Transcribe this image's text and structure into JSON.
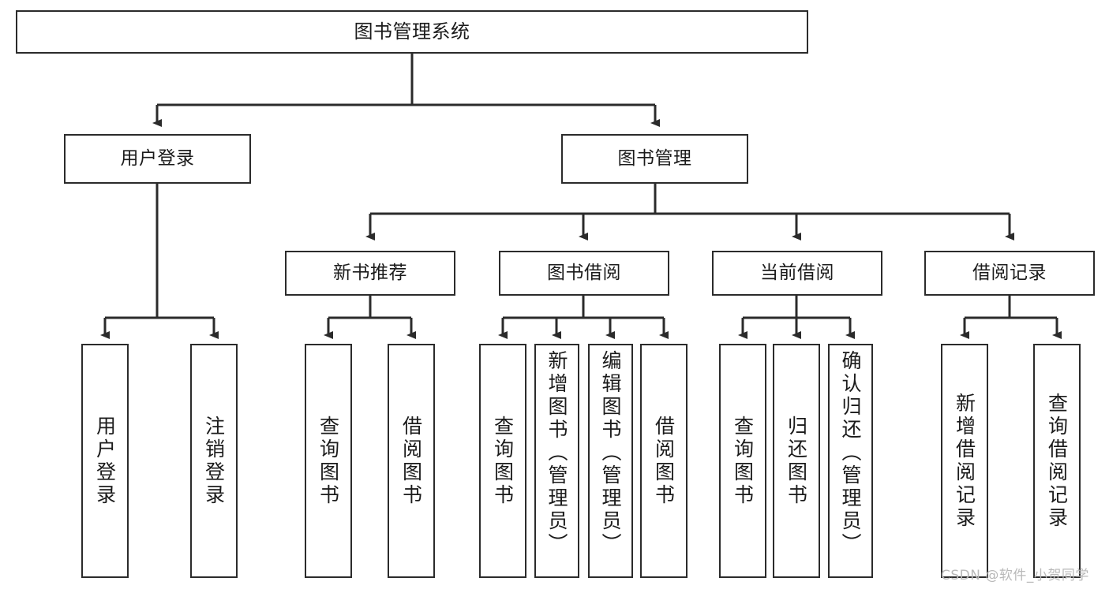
{
  "diagram": {
    "title": "图书管理系统",
    "type": "hierarchy-tree",
    "root": {
      "id": "root",
      "label": "图书管理系统"
    },
    "level1": [
      {
        "id": "user-login",
        "label": "用户登录"
      },
      {
        "id": "book-manage",
        "label": "图书管理"
      }
    ],
    "level2": [
      {
        "id": "new-book-recommend",
        "label": "新书推荐",
        "parent": "book-manage"
      },
      {
        "id": "book-borrow",
        "label": "图书借阅",
        "parent": "book-manage"
      },
      {
        "id": "current-borrow",
        "label": "当前借阅",
        "parent": "book-manage"
      },
      {
        "id": "borrow-record",
        "label": "借阅记录",
        "parent": "book-manage"
      }
    ],
    "leaves": [
      {
        "id": "leaf-user-login",
        "label": "用户登录",
        "parent": "user-login"
      },
      {
        "id": "leaf-logout",
        "label": "注销登录",
        "parent": "user-login"
      },
      {
        "id": "leaf-query-book-1",
        "label": "查询图书",
        "parent": "new-book-recommend"
      },
      {
        "id": "leaf-borrow-book-1",
        "label": "借阅图书",
        "parent": "new-book-recommend"
      },
      {
        "id": "leaf-query-book-2",
        "label": "查询图书",
        "parent": "book-borrow"
      },
      {
        "id": "leaf-add-book",
        "label": "新增图书（管理员）",
        "parent": "book-borrow"
      },
      {
        "id": "leaf-edit-book",
        "label": "编辑图书（管理员）",
        "parent": "book-borrow"
      },
      {
        "id": "leaf-borrow-book-2",
        "label": "借阅图书",
        "parent": "book-borrow"
      },
      {
        "id": "leaf-query-book-3",
        "label": "查询图书",
        "parent": "current-borrow"
      },
      {
        "id": "leaf-return-book",
        "label": "归还图书",
        "parent": "current-borrow"
      },
      {
        "id": "leaf-confirm-return",
        "label": "确认归还（管理员）",
        "parent": "current-borrow"
      },
      {
        "id": "leaf-add-record",
        "label": "新增借阅记录",
        "parent": "borrow-record"
      },
      {
        "id": "leaf-query-record",
        "label": "查询借阅记录",
        "parent": "borrow-record"
      }
    ],
    "colors": {
      "stroke": "#2b2b2b",
      "fill": "#ffffff",
      "text": "#1b1b1b",
      "watermark": "#b9b9b9"
    }
  },
  "watermark": {
    "text": "CSDN @软件_小贺同学"
  }
}
